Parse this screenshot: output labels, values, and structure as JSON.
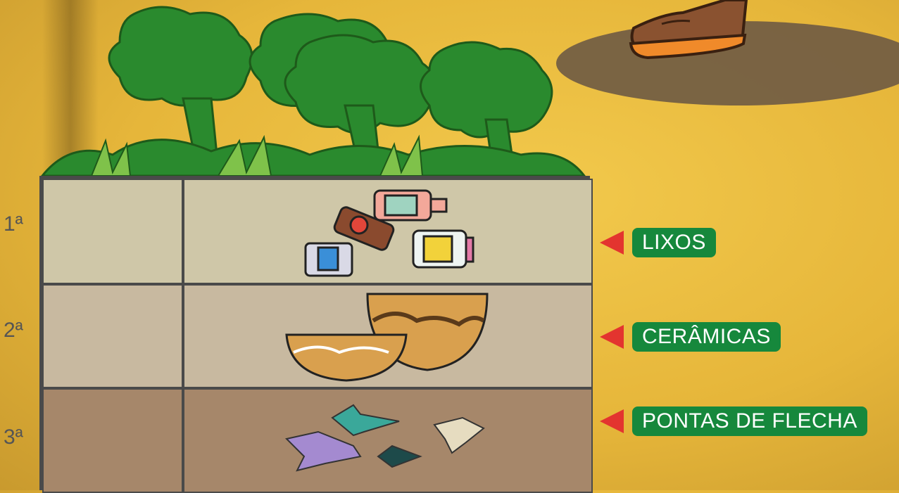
{
  "layers": [
    {
      "number": "1ª",
      "label": "LIXOS",
      "content": "trash"
    },
    {
      "number": "2ª",
      "label": "CERÂMICAS",
      "content": "pottery"
    },
    {
      "number": "3ª",
      "label": "PONTAS DE FLECHA",
      "content": "arrowheads"
    }
  ],
  "colors": {
    "background": "#e6b63a",
    "tag": "#16883c",
    "arrow": "#e3342f",
    "layer1": "#cfc7a8",
    "layer2": "#c8b9a0",
    "layer3": "#a6876a"
  }
}
